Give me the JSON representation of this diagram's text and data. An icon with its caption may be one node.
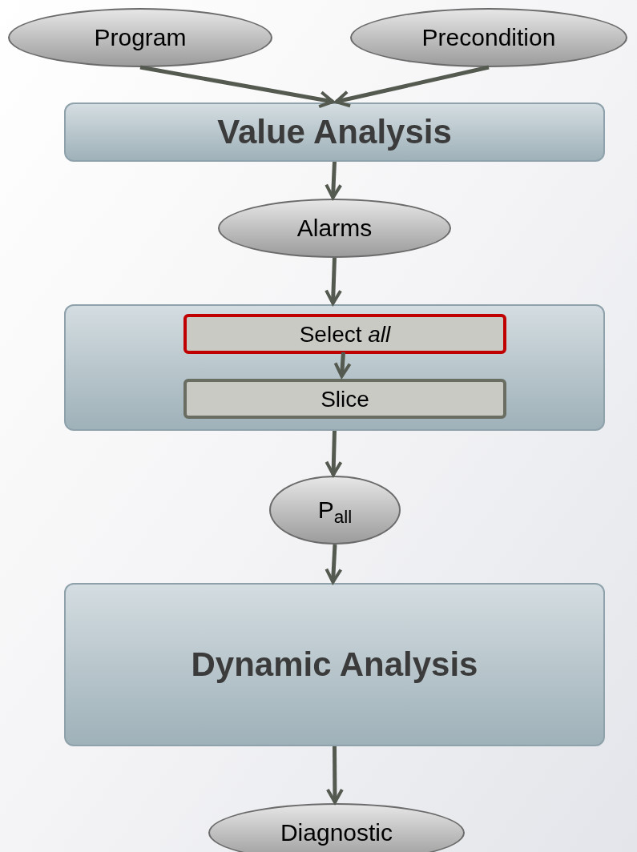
{
  "diagram": {
    "nodes": [
      {
        "text": [
          "Program"
        ]
      },
      {
        "text": [
          "Precondition"
        ]
      },
      {
        "text": [
          "Value Analysis"
        ]
      },
      {
        "text": [
          "Alarms"
        ]
      },
      {
        "text": [],
        "shape": "box"
      },
      {
        "text": [
          "Select *all*"
        ],
        "in": 4
      },
      {
        "text": [
          "Slice"
        ],
        "in": 4
      },
      {
        "text": [
          "P$_{all}$"
        ]
      },
      {
        "text": [
          "Dynamic Analysis"
        ]
      },
      {
        "text": [
          "Diagnostic"
        ]
      }
    ],
    "edges": [
      {
        "from": 0,
        "to": 2,
        "arrow": "to"
      },
      {
        "from": 1,
        "to": 2,
        "arrow": "to"
      },
      {
        "from": 2,
        "to": 3,
        "arrow": "to"
      },
      {
        "from": 3,
        "to": 4,
        "arrow": "to"
      },
      {
        "from": 5,
        "to": 6,
        "arrow": "to"
      },
      {
        "from": 4,
        "to": 7,
        "arrow": "to"
      },
      {
        "from": 7,
        "to": 8,
        "arrow": "to"
      },
      {
        "from": 8,
        "to": 9,
        "arrow": "to"
      }
    ]
  }
}
